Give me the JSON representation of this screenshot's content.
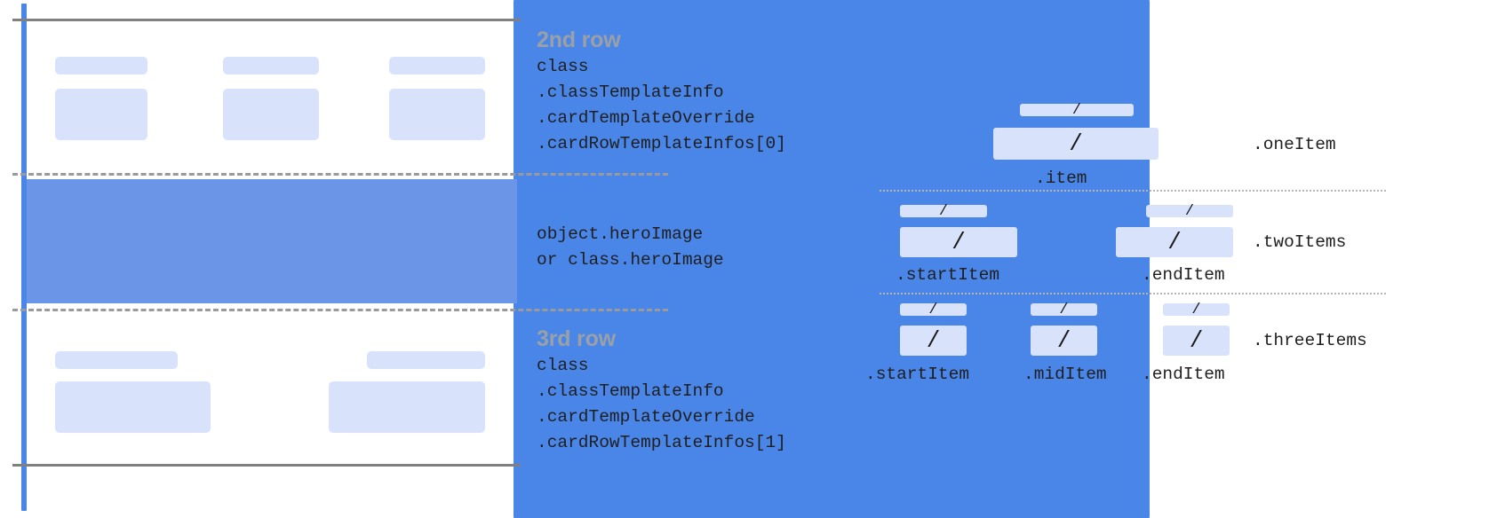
{
  "left_panel": {
    "name": "card-template-mock",
    "sections": [
      {
        "id": "second-row",
        "heading": "2nd row",
        "code_lines": [
          "class",
          ".classTemplateInfo",
          ".cardTemplateOverride",
          ".cardRowTemplateInfos[0]"
        ],
        "columns": 3
      },
      {
        "id": "hero-image",
        "heading": "",
        "code_lines": [
          "object.heroImage",
          "or class.heroImage"
        ],
        "columns": 0
      },
      {
        "id": "third-row",
        "heading": "3rd row",
        "code_lines": [
          "class",
          ".classTemplateInfo",
          ".cardTemplateOverride",
          ".cardRowTemplateInfos[1]"
        ],
        "columns": 2
      }
    ]
  },
  "right_panel": {
    "name": "row-item-layouts",
    "groups": [
      {
        "id": "one-item",
        "label": ".oneItem",
        "items": [
          {
            "caption": ".item",
            "glyph": "/"
          }
        ]
      },
      {
        "id": "two-items",
        "label": ".twoItems",
        "items": [
          {
            "caption": ".startItem",
            "glyph": "/"
          },
          {
            "caption": ".endItem",
            "glyph": "/"
          }
        ]
      },
      {
        "id": "three-items",
        "label": ".threeItems",
        "items": [
          {
            "caption": ".startItem",
            "glyph": "/"
          },
          {
            "caption": ".midItem",
            "glyph": "/"
          },
          {
            "caption": ".endItem",
            "glyph": "/"
          }
        ]
      }
    ]
  },
  "colors": {
    "guide_blue": "#4a86e8",
    "hero_blue": "#6b96e8",
    "placeholder_blue": "#d8e2fb",
    "rule_gray": "#808080",
    "dash_gray": "#9a9a9a",
    "heading_gray": "#9aa0a6",
    "code_black": "#1f1f1f"
  }
}
